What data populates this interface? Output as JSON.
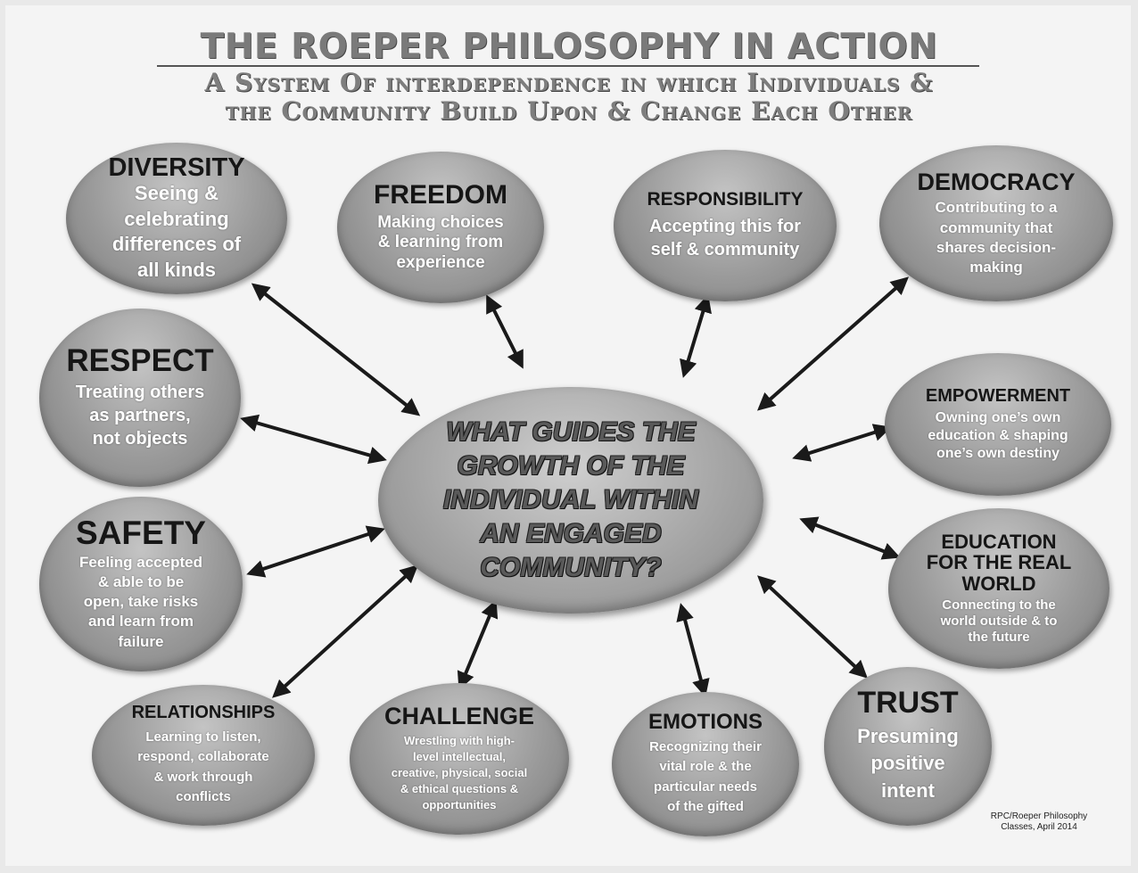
{
  "header": {
    "title": "THE ROEPER PHILOSOPHY IN ACTION",
    "subtitle_line1": "A System Of interdependence in which Individuals &",
    "subtitle_line2": "the Community Build Upon & Change Each Other"
  },
  "center": {
    "text": "WHAT GUIDES THE\nGROWTH OF THE\nINDIVIDUAL WITHIN\nAN ENGAGED\nCOMMUNITY?"
  },
  "nodes": {
    "diversity": {
      "title": "DIVERSITY",
      "desc": "Seeing &\ncelebrating\ndifferences of\nall kinds"
    },
    "freedom": {
      "title": "FREEDOM",
      "desc": "Making choices\n& learning from\nexperience"
    },
    "responsibility": {
      "title": "RESPONSIBILITY",
      "desc": "Accepting this for\nself & community"
    },
    "democracy": {
      "title": "DEMOCRACY",
      "desc": "Contributing to a\ncommunity that\nshares decision-\nmaking"
    },
    "respect": {
      "title": "RESPECT",
      "desc": "Treating others\nas partners,\nnot objects"
    },
    "empowerment": {
      "title": "EMPOWERMENT",
      "desc": "Owning one’s own\neducation & shaping\none’s own destiny"
    },
    "safety": {
      "title": "SAFETY",
      "desc": "Feeling accepted\n& able to be\nopen, take risks\nand learn from\nfailure"
    },
    "education": {
      "title": "EDUCATION\nFOR THE REAL\nWORLD",
      "desc": "Connecting to the\nworld outside & to\nthe future"
    },
    "relationships": {
      "title": "RELATIONSHIPS",
      "desc": "Learning to listen,\nrespond, collaborate\n& work through\nconflicts"
    },
    "challenge": {
      "title": "CHALLENGE",
      "desc": "Wrestling with high-\nlevel intellectual,\ncreative, physical, social\n& ethical questions &\nopportunities"
    },
    "emotions": {
      "title": "EMOTIONS",
      "desc": "Recognizing their\nvital role & the\nparticular needs\nof the gifted"
    },
    "trust": {
      "title": "TRUST",
      "desc": "Presuming\npositive\nintent"
    }
  },
  "credit": "RPC/Roeper Philosophy\nClasses, April 2014"
}
